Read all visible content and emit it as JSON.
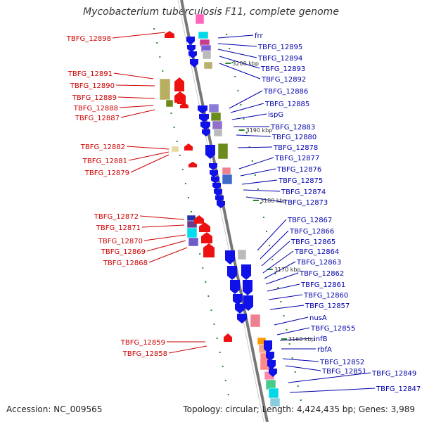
{
  "title": "Mycobacterium tuberculosis F11, complete genome",
  "accession_text": "Accession: NC_009565",
  "summary_text": "Topology: circular; Length: 4,424,435 bp; Genes: 3,989",
  "colors": {
    "reverse_label": "#cc0000",
    "forward_label": "#0000aa",
    "forward_gene": "#1010e8",
    "reverse_gene": "#ee1111",
    "backbone": "#888888",
    "tick": "#2a8a2a"
  },
  "kbp_marks": [
    {
      "label": "3200 kbp"
    },
    {
      "label": "3190 kbp"
    },
    {
      "label": "3180 kbp"
    },
    {
      "label": "3170 kbp"
    },
    {
      "label": "3160 kbp"
    }
  ],
  "reverse_labels": [
    "TBFG_12898",
    "TBFG_12891",
    "TBFG_12890",
    "TBFG_12889",
    "TBFG_12888",
    "TBFG_12887",
    "TBFG_12882",
    "TBFG_12881",
    "TBFG_12879",
    "TBFG_12872",
    "TBFG_12871",
    "TBFG_12870",
    "TBFG_12869",
    "TBFG_12868",
    "TBFG_12859",
    "TBFG_12858"
  ],
  "forward_labels": [
    "frr",
    "TBFG_12895",
    "TBFG_12894",
    "TBFG_12893",
    "TBFG_12892",
    "TBFG_12886",
    "TBFG_12885",
    "ispG",
    "TBFG_12883",
    "TBFG_12880",
    "TBFG_12878",
    "TBFG_12877",
    "TBFG_12876",
    "TBFG_12875",
    "TBFG_12874",
    "TBFG_12873",
    "TBFG_12867",
    "TBFG_12866",
    "TBFG_12865",
    "TBFG_12864",
    "TBFG_12863",
    "TBFG_12862",
    "TBFG_12861",
    "TBFG_12860",
    "TBFG_12857",
    "nusA",
    "TBFG_12855",
    "infB",
    "rbfA",
    "TBFG_12852",
    "TBFG_12851",
    "TBFG_12849",
    "TBFG_12847"
  ]
}
